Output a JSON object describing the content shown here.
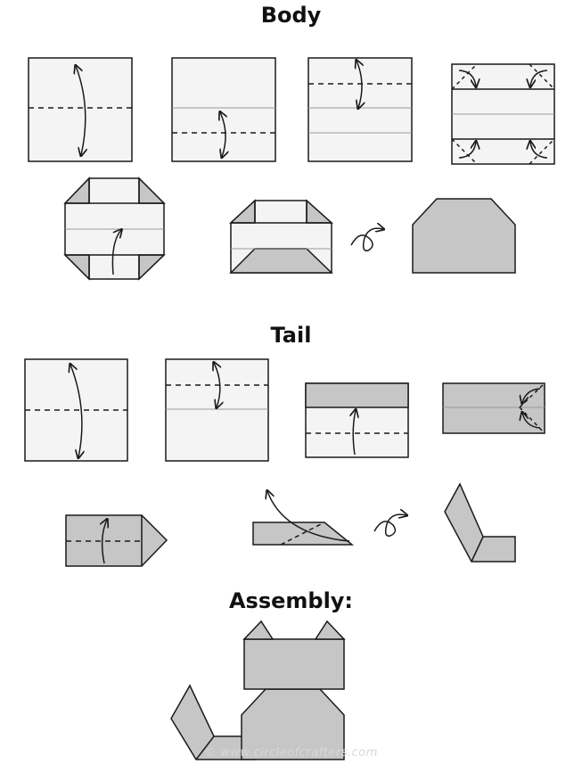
{
  "headings": {
    "body": "Body",
    "tail": "Tail",
    "assembly": "Assembly:"
  },
  "watermark": "© www.circleofcrafters.com",
  "colors": {
    "paper": "#f4f4f4",
    "fold_gray": "#c6c6c6",
    "line": "#1a1a1a",
    "crease": "#9a9a9a"
  },
  "sections": {
    "body": {
      "step_count": 7
    },
    "tail": {
      "step_count": 7
    },
    "assembly": {
      "step_count": 1
    }
  },
  "icons": {
    "flip": "flip-over-icon",
    "valley_fold": "dashed-fold-line",
    "fold_arrow": "fold-arrow-icon"
  }
}
